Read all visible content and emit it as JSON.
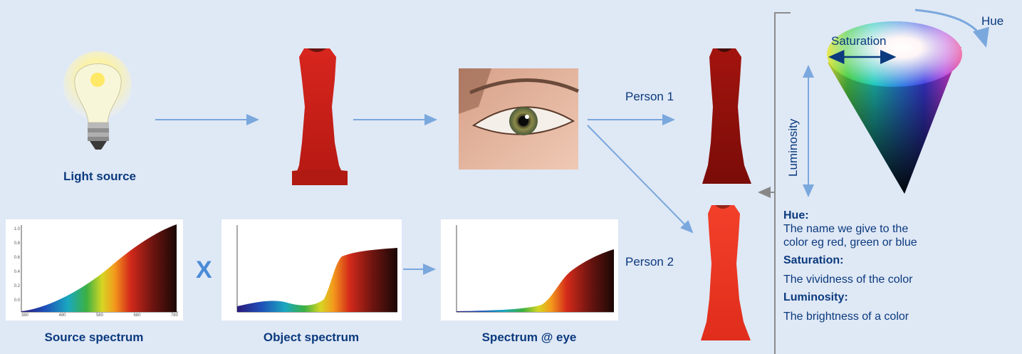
{
  "captions": {
    "light_source": "Light source",
    "source_spectrum": "Source spectrum",
    "object_spectrum": "Object spectrum",
    "spectrum_eye": "Spectrum @ eye",
    "multiply": "X"
  },
  "persons": {
    "p1": "Person 1",
    "p2": "Person 2"
  },
  "cone": {
    "hue": "Hue",
    "saturation": "Saturation",
    "luminosity": "Luminosity"
  },
  "definitions": {
    "hue_title": "Hue:",
    "hue_text_1": "The name we give to the",
    "hue_text_2": "color eg red, green or blue",
    "sat_title": "Saturation:",
    "sat_text": "The vividness of the color",
    "lum_title": "Luminosity:",
    "lum_text": "The brightness of a color"
  },
  "spectrum_axis": {
    "y_ticks": [
      "1.0",
      "0.8",
      "0.6",
      "0.4",
      "0.2",
      "0.0"
    ],
    "x_ticks": [
      "380",
      "480",
      "580",
      "680",
      "780"
    ]
  },
  "colors": {
    "arrow": "#7aa8dd",
    "text": "#0b3a7e",
    "background": "#dfe8f5"
  }
}
